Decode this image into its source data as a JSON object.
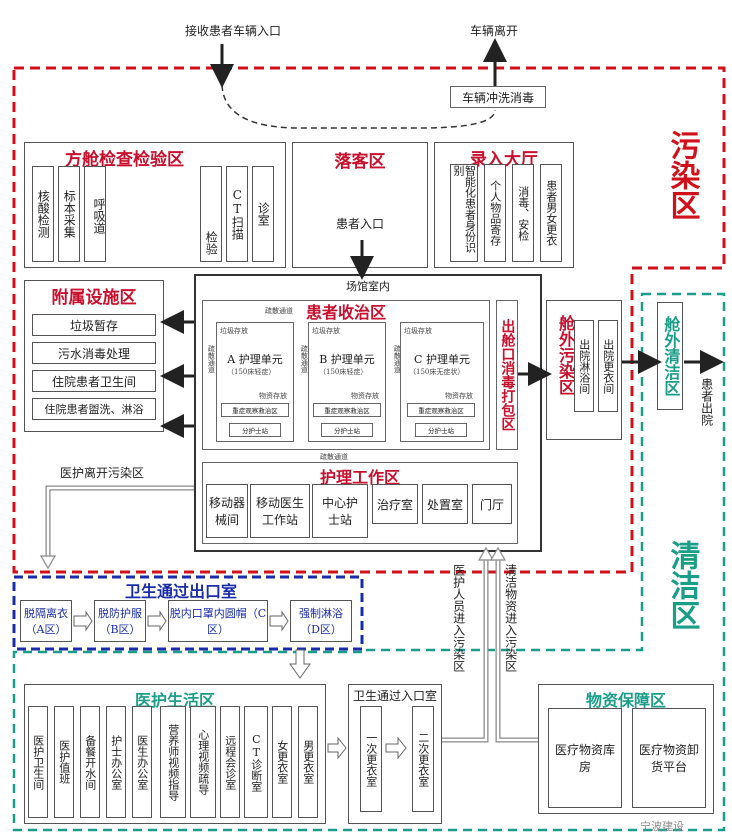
{
  "top": {
    "entry_label": "接收患者车辆入口",
    "exit_label": "车辆离开",
    "wash_label": "车辆冲洗消毒"
  },
  "zones": {
    "polluted": "污染区",
    "clean": "清洁区"
  },
  "inspection": {
    "title": "方舱检查检验区",
    "items": [
      "核酸检测",
      "标本采集",
      "呼吸道",
      "检验",
      "CT扫描",
      "诊室"
    ]
  },
  "dropoff": {
    "title": "落客区",
    "entrance": "患者入口"
  },
  "lobby": {
    "title": "录入大厅",
    "items": [
      "智能化患者身份识别",
      "个人物品寄存",
      "消毒、安检",
      "患者男女更衣"
    ]
  },
  "facilities": {
    "title": "附属设施区",
    "items": [
      "垃圾暂存",
      "污水消毒处理",
      "住院患者卫生间",
      "住院患者盥洗、淋浴"
    ]
  },
  "venue": {
    "label": "场馆室内",
    "admit_title": "患者收治区",
    "corridor": "疏散通道",
    "corridor_v": "疏散通道",
    "trash": "垃圾存放",
    "supply": "物资存放",
    "units": [
      {
        "name": "A 护理单元",
        "beds": "（150床轻症）",
        "room": "重症观察救治区",
        "station": "分护士站"
      },
      {
        "name": "B 护理单元",
        "beds": "（150床轻症）",
        "room": "重症观察救治区",
        "station": "分护士站"
      },
      {
        "name": "C 护理单元",
        "beds": "（150床无症状）",
        "room": "重症观察救治区",
        "station": "分护士站"
      }
    ],
    "exit_pack": "出舱口消毒打包区",
    "nursing_title": "护理工作区",
    "nursing_items": [
      "移动器械间",
      "移动医生工作站",
      "中心护士站",
      "治疗室",
      "处置室",
      "门厅"
    ]
  },
  "outside_polluted": {
    "title": "舱外污染区",
    "items": [
      "出院淋浴间",
      "出院更衣间"
    ]
  },
  "outside_clean": {
    "title": "舱外清洁区",
    "discharge": "患者出院"
  },
  "staff_leave": "医护离开污染区",
  "hygiene_exit": {
    "title": "卫生通过出口室",
    "steps": [
      "脱隔离衣（A区）",
      "脱防护服（B区）",
      "脱内口罩内圆帽（C区）",
      "强制淋浴（D区）"
    ]
  },
  "staff_enter": "医护人员进入污染区",
  "goods_enter": "清洁物资进入污染区",
  "living": {
    "title": "医护生活区",
    "items": [
      "医护卫生间",
      "医护值班",
      "备餐开水间",
      "护士办公室",
      "医生办公室",
      "营养师视频指导",
      "心理视频疏导",
      "远程会诊室",
      "CT诊断室",
      "女更衣室",
      "男更衣室"
    ]
  },
  "hygiene_entry": {
    "title": "卫生通过入口室",
    "items": [
      "一次更衣室",
      "二次更衣室"
    ]
  },
  "supply": {
    "title": "物资保障区",
    "items": [
      "医疗物资库房",
      "医疗物资卸货平台"
    ]
  },
  "watermark": "宁波建设",
  "colors": {
    "polluted": "#d0101a",
    "clean": "#1b9e88",
    "hygiene": "#1a2ca8"
  }
}
